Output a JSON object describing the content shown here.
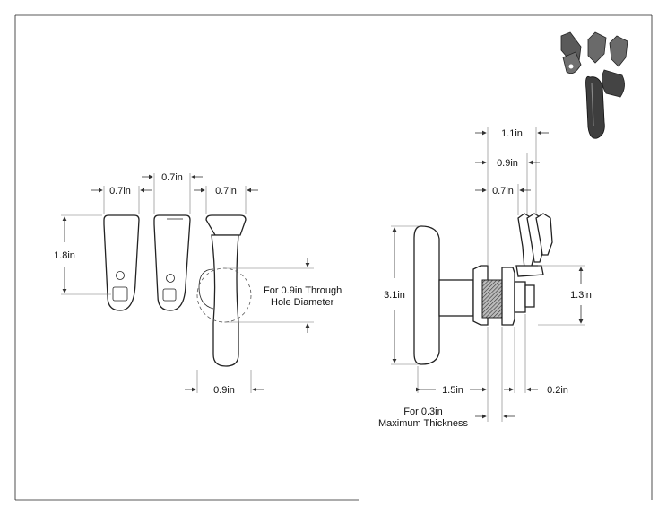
{
  "dimensions": {
    "lever_width_1": "0.7in",
    "lever_width_2": "0.7in",
    "lever_width_3": "0.7in",
    "lever_length": "1.8in",
    "handle_width": "0.9in",
    "handle_height": "3.1in",
    "overall_depth": "1.1in",
    "depth_mid": "0.9in",
    "depth_inner": "0.7in",
    "body_diameter": "1.3in",
    "handle_to_panel": "1.5in",
    "nut_thickness": "0.2in"
  },
  "notes": {
    "hole_line1": "For 0.9in Through",
    "hole_line2": "Hole Diameter",
    "thickness_line1": "For 0.3in",
    "thickness_line2": "Maximum Thickness"
  }
}
